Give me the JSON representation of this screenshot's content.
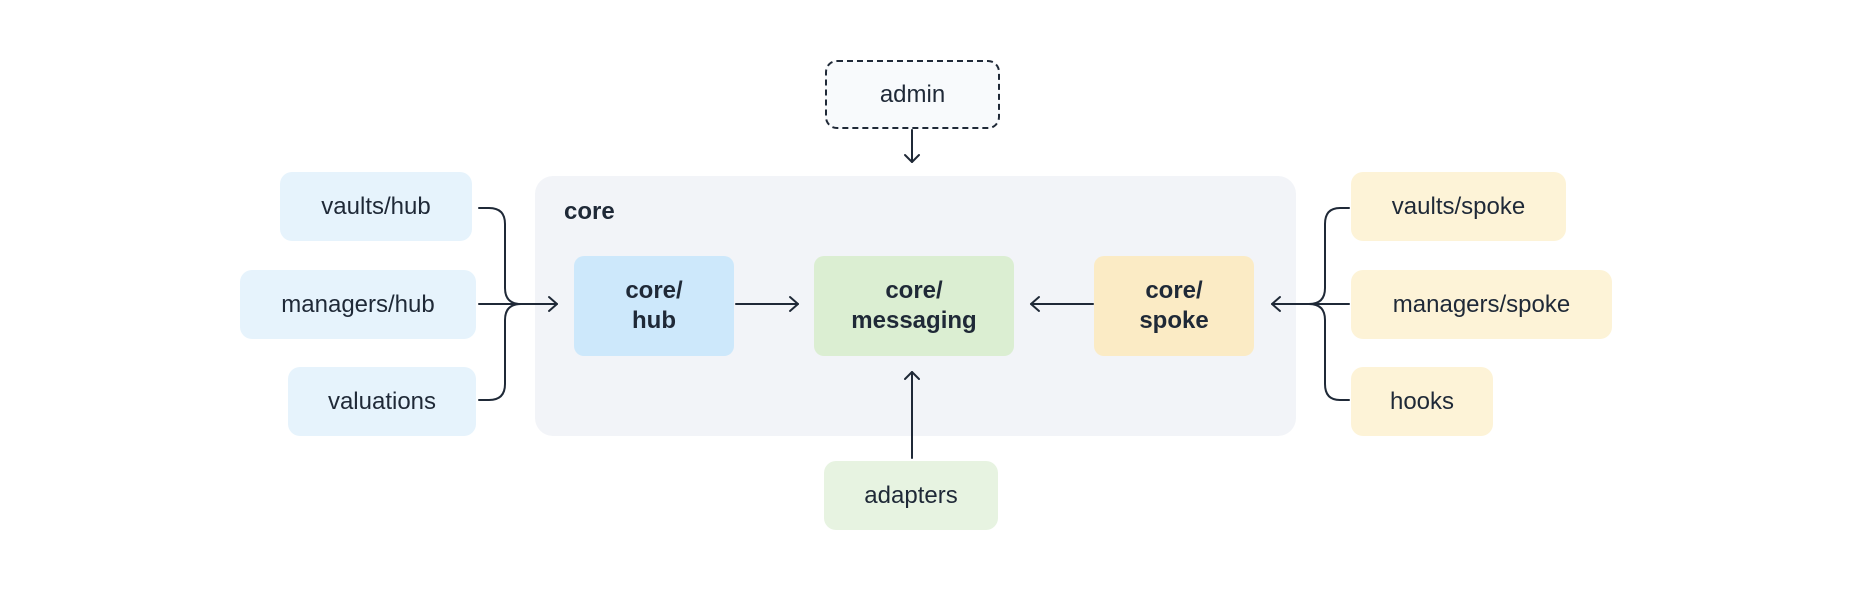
{
  "admin": {
    "label": "admin"
  },
  "core": {
    "title": "core",
    "hub": {
      "line1": "core/",
      "line2": "hub"
    },
    "messaging": {
      "line1": "core/",
      "line2": "messaging"
    },
    "spoke": {
      "line1": "core/",
      "line2": "spoke"
    }
  },
  "hub_side": [
    {
      "label": "vaults/hub"
    },
    {
      "label": "managers/hub"
    },
    {
      "label": "valuations"
    }
  ],
  "spoke_side": [
    {
      "label": "vaults/spoke"
    },
    {
      "label": "managers/spoke"
    },
    {
      "label": "hooks"
    }
  ],
  "adapters": {
    "label": "adapters"
  },
  "colors": {
    "hub_external": "#e6f3fc",
    "core_hub": "#cde8fb",
    "core_messaging": "#dbeed2",
    "core_spoke": "#fbebc5",
    "spoke_external": "#fdf3d7",
    "adapters": "#e7f3e1",
    "core_container": "#f2f4f8",
    "edge": "#1f2937"
  }
}
